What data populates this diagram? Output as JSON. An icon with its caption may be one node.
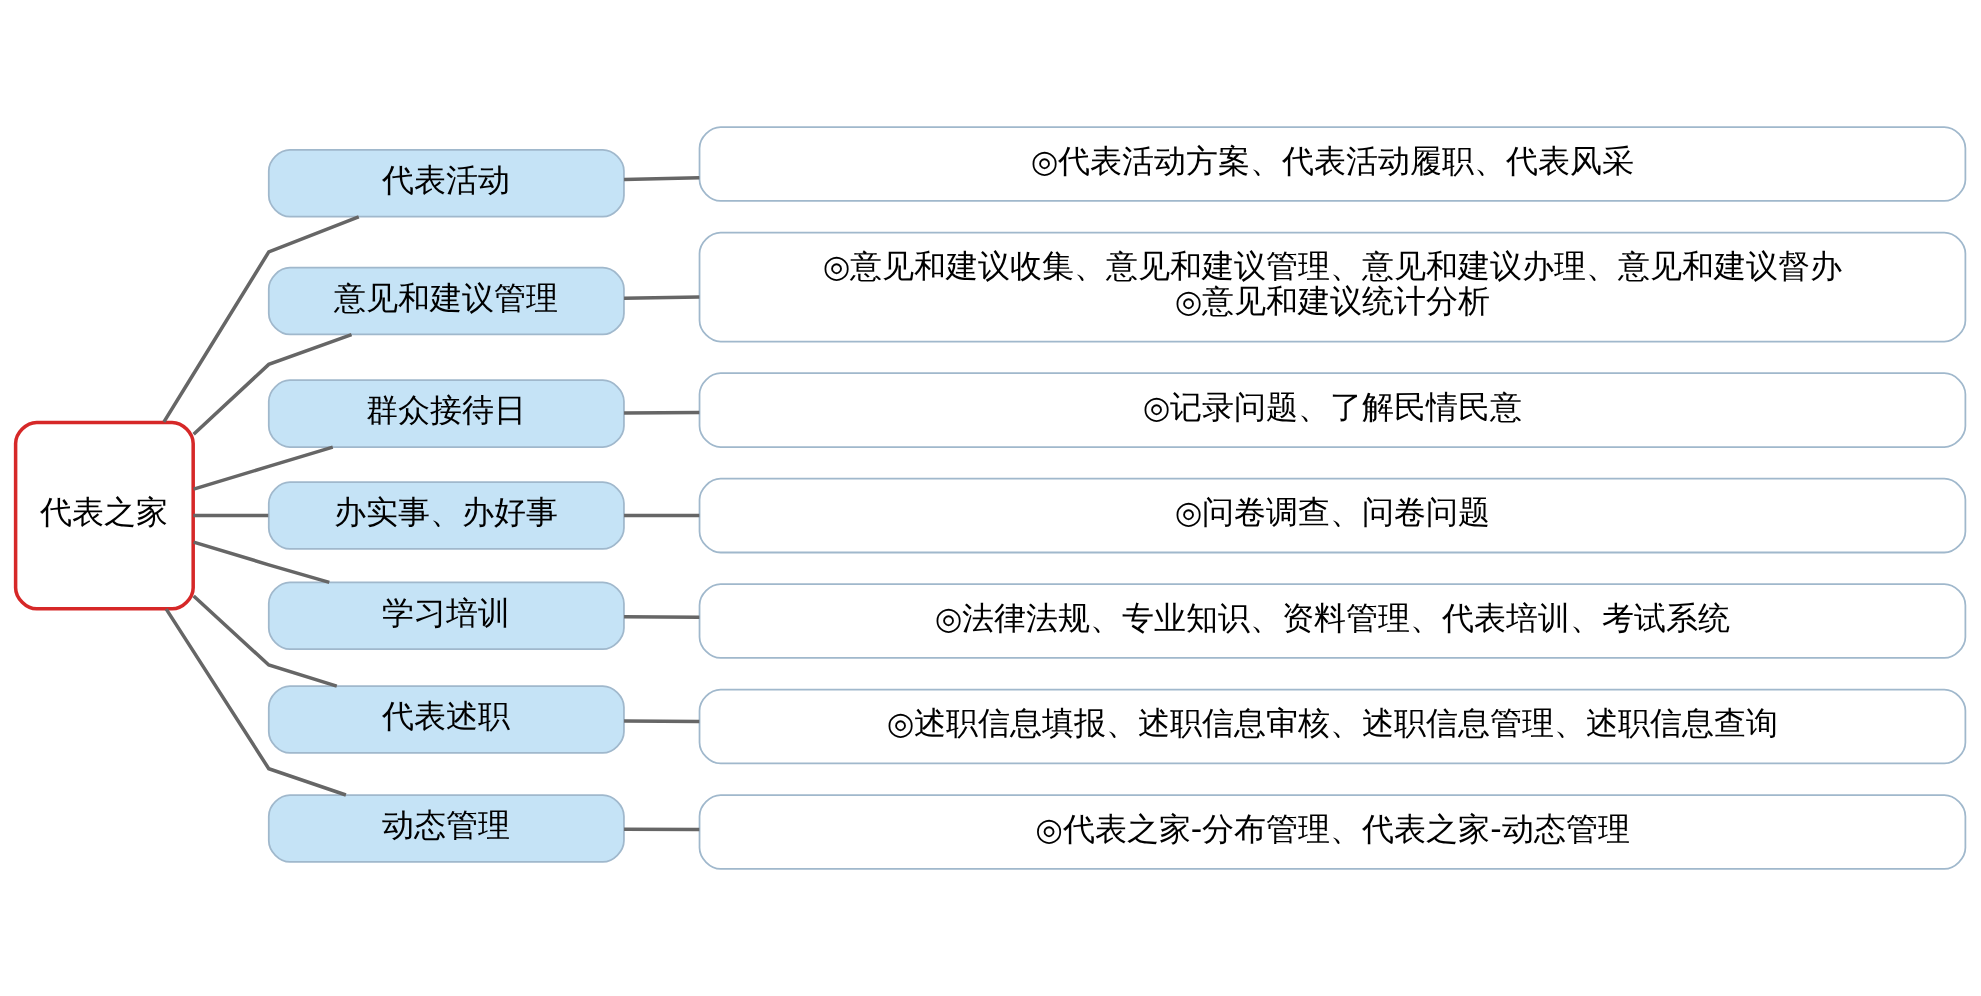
{
  "diagram": {
    "nodes": [
      {
        "text": [
          "代表之家"
        ]
      },
      {
        "text": [
          "代表活动"
        ]
      },
      {
        "text": [
          "◎代表活动方案、代表活动履职、代表风采"
        ]
      },
      {
        "text": [
          "意见和建议管理"
        ]
      },
      {
        "text": [
          "◎意见和建议收集、意见和建议管理、意见和建议办理、意见和建议督办",
          "◎意见和建议统计分析"
        ]
      },
      {
        "text": [
          "群众接待日"
        ]
      },
      {
        "text": [
          "◎记录问题、了解民情民意"
        ]
      },
      {
        "text": [
          "办实事、办好事"
        ]
      },
      {
        "text": [
          "◎问卷调查、问卷问题"
        ]
      },
      {
        "text": [
          "学习培训"
        ]
      },
      {
        "text": [
          "◎法律法规、专业知识、资料管理、代表培训、考试系统"
        ]
      },
      {
        "text": [
          "代表述职"
        ]
      },
      {
        "text": [
          "◎述职信息填报、述职信息审核、述职信息管理、述职信息查询"
        ]
      },
      {
        "text": [
          "动态管理"
        ]
      },
      {
        "text": [
          "◎代表之家-分布管理、代表之家-动态管理"
        ]
      }
    ],
    "edges": [
      {
        "from": 0,
        "to": 1,
        "arrow": "none"
      },
      {
        "from": 1,
        "to": 2,
        "arrow": "none"
      },
      {
        "from": 0,
        "to": 3,
        "arrow": "none"
      },
      {
        "from": 3,
        "to": 4,
        "arrow": "none"
      },
      {
        "from": 0,
        "to": 5,
        "arrow": "none"
      },
      {
        "from": 5,
        "to": 6,
        "arrow": "none"
      },
      {
        "from": 0,
        "to": 7,
        "arrow": "none"
      },
      {
        "from": 7,
        "to": 8,
        "arrow": "none"
      },
      {
        "from": 0,
        "to": 9,
        "arrow": "none"
      },
      {
        "from": 9,
        "to": 10,
        "arrow": "none"
      },
      {
        "from": 0,
        "to": 11,
        "arrow": "none"
      },
      {
        "from": 11,
        "to": 12,
        "arrow": "none"
      },
      {
        "from": 0,
        "to": 13,
        "arrow": "none"
      },
      {
        "from": 13,
        "to": 14,
        "arrow": "none"
      }
    ]
  }
}
